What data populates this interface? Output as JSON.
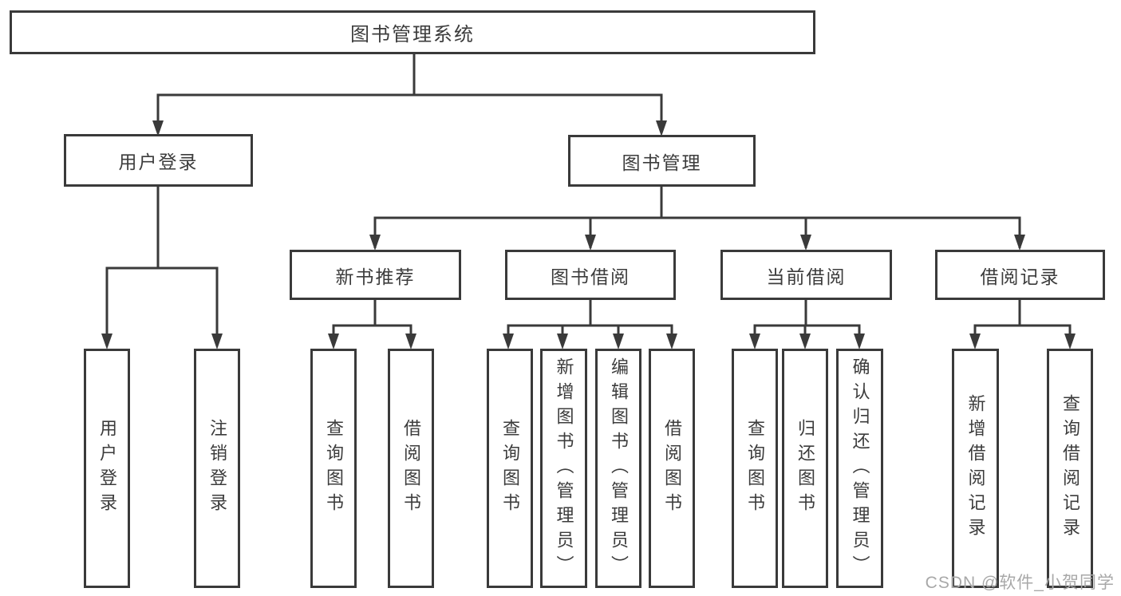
{
  "diagram": {
    "root": "图书管理系统",
    "branches": {
      "login": {
        "label": "用户登录",
        "children": [
          "用户登录",
          "注销登录"
        ]
      },
      "management": {
        "label": "图书管理",
        "sections": [
          {
            "label": "新书推荐",
            "children": [
              "查询图书",
              "借阅图书"
            ]
          },
          {
            "label": "图书借阅",
            "children": [
              "查询图书",
              "新增图书（管理员）",
              "编辑图书（管理员）",
              "借阅图书"
            ]
          },
          {
            "label": "当前借阅",
            "children": [
              "查询图书",
              "归还图书",
              "确认归还（管理员）"
            ]
          },
          {
            "label": "借阅记录",
            "children": [
              "新增借阅记录",
              "查询借阅记录"
            ]
          }
        ]
      }
    },
    "watermark": "CSDN @软件_小贺同学",
    "colors": {
      "line": "#3a3a3a",
      "text": "#3c3c3c",
      "background": "#ffffff",
      "watermark": "#a8a8a8"
    }
  }
}
